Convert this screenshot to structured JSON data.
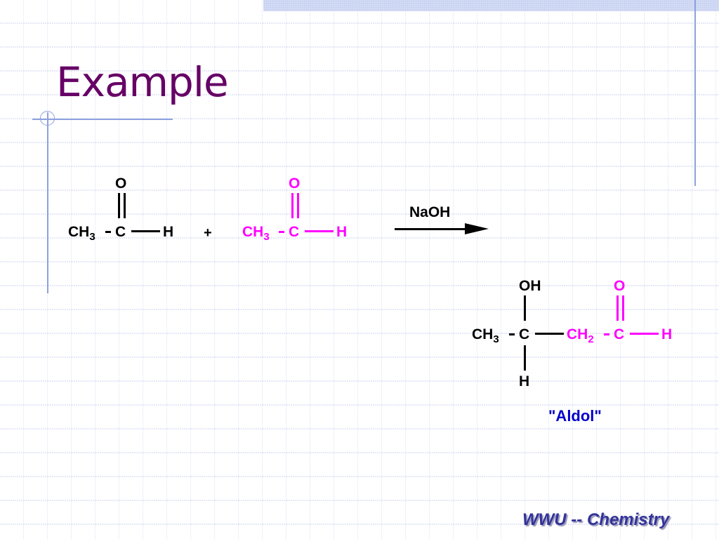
{
  "slide": {
    "title": "Example",
    "footer": "WWU -- Chemistry",
    "colors": {
      "title": "#660066",
      "reactant1": "#000000",
      "reactant2": "#ff00ff",
      "label": "#0000cc",
      "footer": "#333399",
      "grid": "#d8dcf2",
      "accent_lines": "#8ea0de"
    }
  },
  "reaction": {
    "reactant1": {
      "ch3": "CH",
      "sub": "3",
      "c": "C",
      "o": "O",
      "h": "H"
    },
    "plus": "+",
    "reactant2": {
      "ch3": "CH",
      "sub": "3",
      "c": "C",
      "o": "O",
      "h": "H"
    },
    "reagent": "NaOH",
    "product": {
      "ch3": "CH",
      "ch3_sub": "3",
      "c1": "C",
      "oh": "OH",
      "h_bottom": "H",
      "ch2": "CH",
      "ch2_sub": "2",
      "c2": "C",
      "o": "O",
      "h": "H",
      "name": "\"Aldol\""
    }
  }
}
